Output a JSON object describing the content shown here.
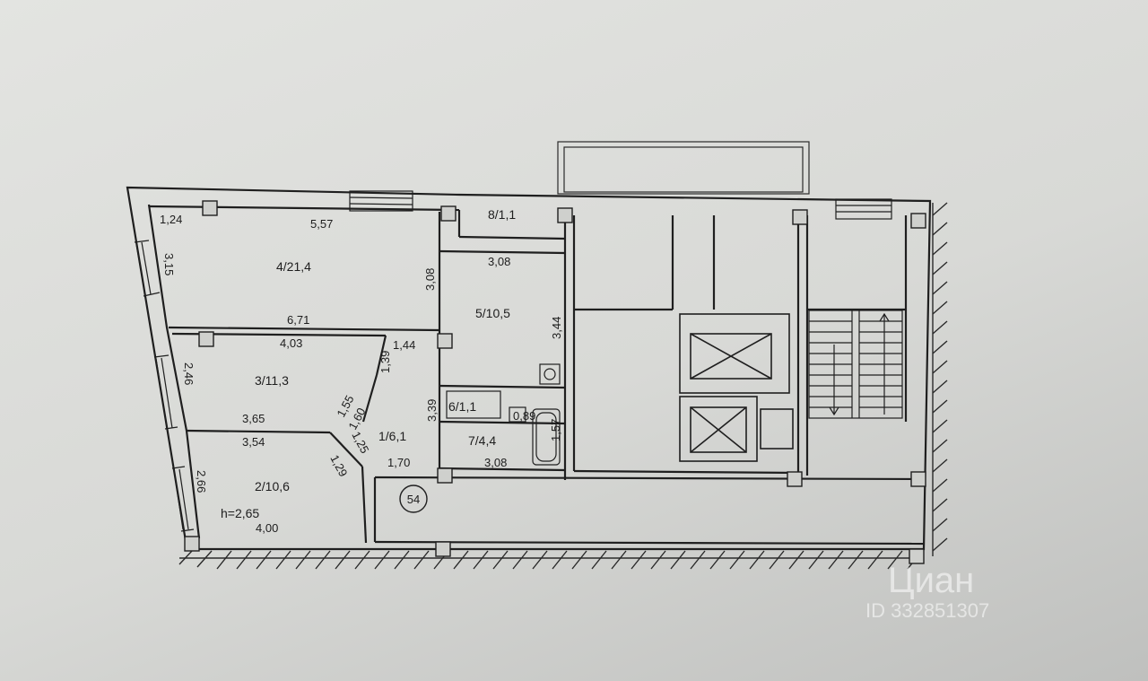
{
  "plan": {
    "apartment_number": "54",
    "rooms": {
      "r1": "1/6,1",
      "r2": "2/10,6",
      "r3": "3/11,3",
      "r4": "4/21,4",
      "r5": "5/10,5",
      "r6": "6/1,1",
      "r7": "7/4,4",
      "r8": "8/1,1"
    },
    "ceiling_height": "h=2,65",
    "dimensions": {
      "d124": "1,24",
      "d557": "5,57",
      "d315": "3,15",
      "d308a": "3,08",
      "d671": "6,71",
      "d308b": "3,08",
      "d344": "3,44",
      "d403": "4,03",
      "d144": "1,44",
      "d139": "1,39",
      "d246": "2,46",
      "d155": "1,55",
      "d160": "1,60",
      "d365": "3,65",
      "d339": "3,39",
      "d089": "0,89",
      "d157": "1,57",
      "d354": "3,54",
      "d125": "1,25",
      "d129": "1,29",
      "d170": "1,70",
      "d308c": "3,08",
      "d266": "2,66",
      "d400": "4,00"
    }
  },
  "watermark": {
    "brand": "Циан",
    "listing_id": "ID 332851307"
  }
}
